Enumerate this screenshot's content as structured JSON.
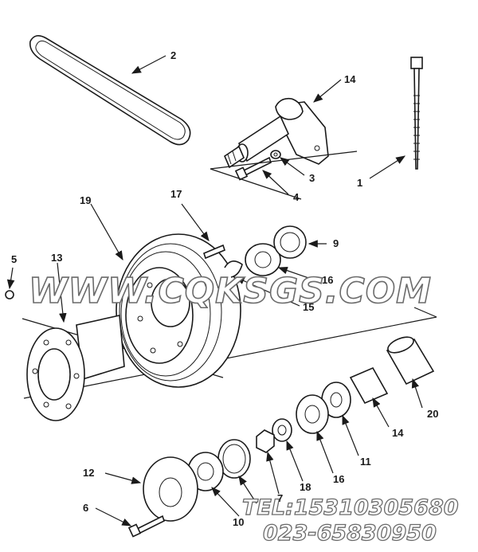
{
  "callouts": {
    "c1": "1",
    "c2": "2",
    "c3": "3",
    "c4": "4",
    "c5": "5",
    "c6": "6",
    "c7": "7",
    "c9": "9",
    "c10": "10",
    "c11": "11",
    "c12": "12",
    "c13": "13",
    "c14a": "14",
    "c14b": "14",
    "c15": "15",
    "c16a": "16",
    "c16b": "16",
    "c17": "17",
    "c18": "18",
    "c19": "19",
    "c20": "20"
  },
  "watermark": {
    "site": "WWW.CQKSGS.COM",
    "tel": "TEL:15310305680",
    "phone": "023-65830950"
  }
}
